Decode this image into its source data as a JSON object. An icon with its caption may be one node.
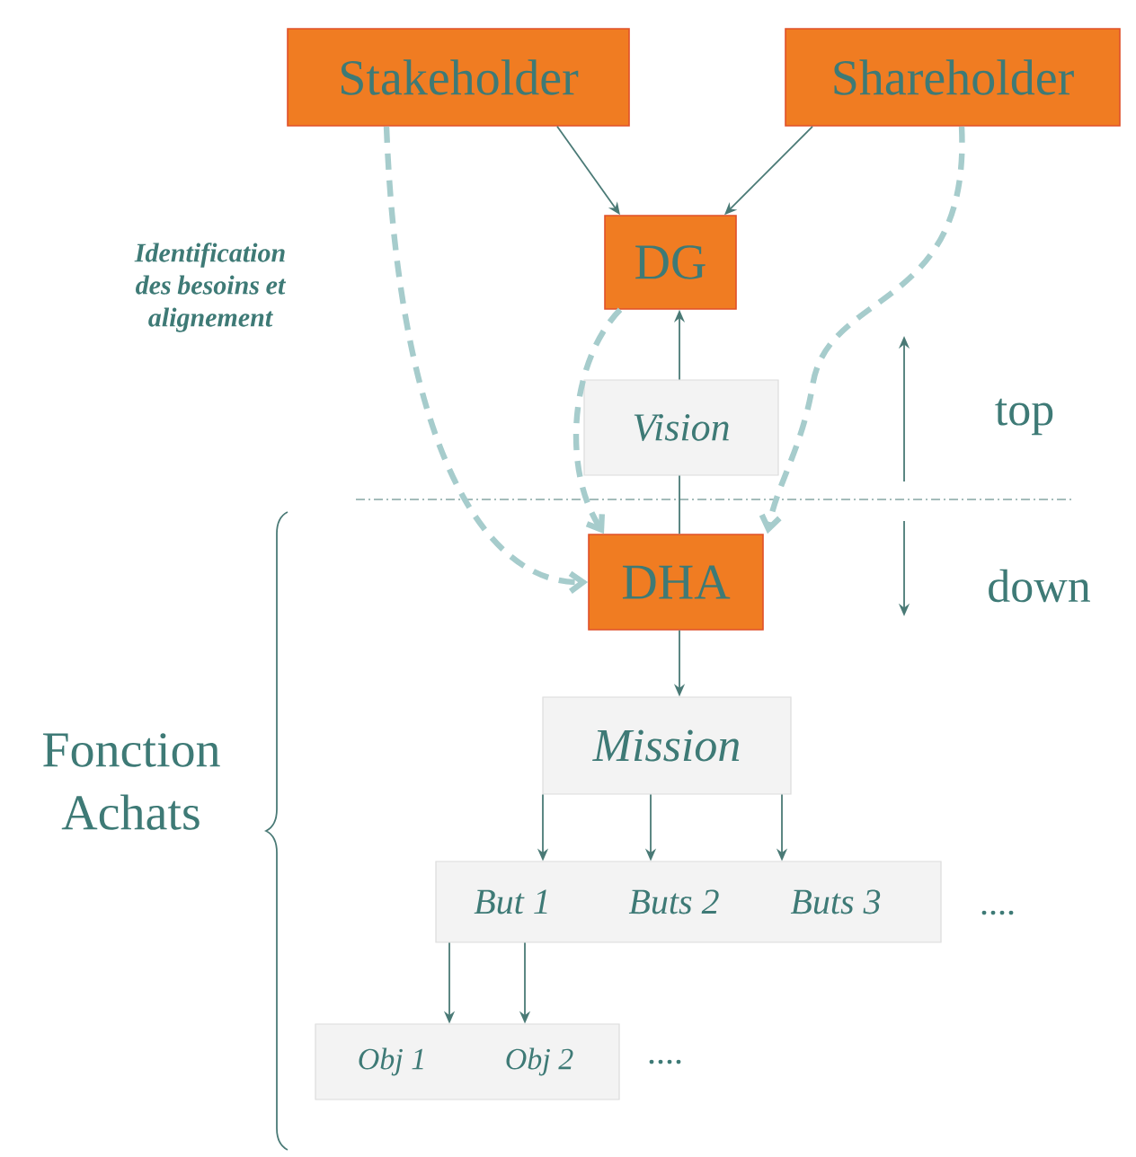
{
  "diagram": {
    "nodes": [
      {
        "text": [
          "Stakeholder"
        ]
      },
      {
        "text": [
          "Shareholder"
        ]
      },
      {
        "text": [
          "DG"
        ]
      },
      {
        "text": [
          "Vision"
        ]
      },
      {
        "text": [
          "DHA"
        ]
      },
      {
        "text": [
          "Mission"
        ]
      },
      {
        "text": [],
        "shape": "box"
      },
      {
        "text": [
          "But 1"
        ],
        "in": 6
      },
      {
        "text": [
          "Buts 2"
        ],
        "in": 6
      },
      {
        "text": [
          "Buts 3"
        ],
        "in": 6
      },
      {
        "text": [],
        "shape": "box"
      },
      {
        "text": [
          "Obj 1"
        ],
        "in": 10
      },
      {
        "text": [
          "Obj 2"
        ],
        "in": 10
      }
    ],
    "edges": [
      {
        "from": 0,
        "to": 2,
        "arrow": "to"
      },
      {
        "from": 1,
        "to": 2,
        "arrow": "to"
      },
      {
        "from": 0,
        "to": 4,
        "arrow": "to",
        "style": "dashed",
        "color": "#a6cccc"
      },
      {
        "from": 2,
        "to": 4,
        "arrow": "to",
        "style": "dashed",
        "color": "#a6cccc"
      },
      {
        "from": 1,
        "to": 4,
        "arrow": "to",
        "style": "dashed",
        "color": "#a6cccc"
      },
      {
        "from": 3,
        "to": 2,
        "arrow": "to"
      },
      {
        "from": 4,
        "to": 3,
        "arrow": "none"
      },
      {
        "from": 4,
        "to": 5,
        "arrow": "to"
      },
      {
        "from": 5,
        "to": 7,
        "arrow": "to"
      },
      {
        "from": 5,
        "to": 8,
        "arrow": "to"
      },
      {
        "from": 5,
        "to": 9,
        "arrow": "to"
      },
      {
        "from": 7,
        "to": 11,
        "arrow": "to"
      },
      {
        "from": 7,
        "to": 12,
        "arrow": "to"
      }
    ],
    "labels": [
      "Identification des besoins et alignement",
      "top",
      "down",
      "Fonction Achats",
      "....",
      "...."
    ]
  }
}
